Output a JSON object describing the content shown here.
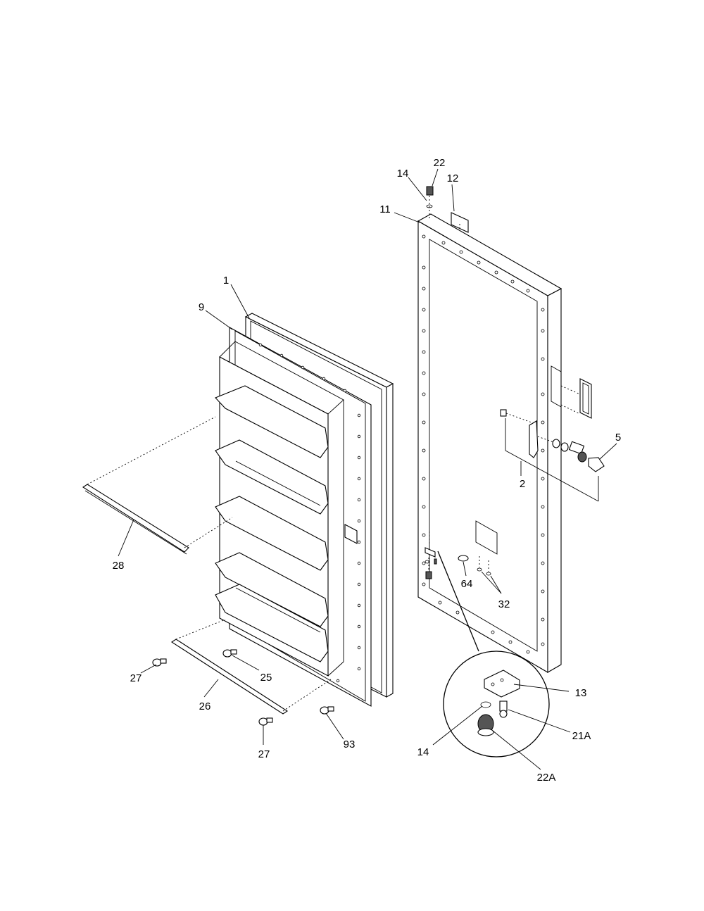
{
  "callouts": {
    "c1": "1",
    "c9": "9",
    "c28": "28",
    "c27a": "27",
    "c25": "25",
    "c26": "26",
    "c27b": "27",
    "c93": "93",
    "c14a": "14",
    "c22": "22",
    "c12": "12",
    "c11": "11",
    "c5": "5",
    "c2": "2",
    "c64": "64",
    "c32": "32",
    "c13": "13",
    "c21a": "21A",
    "c14b": "14",
    "c22a": "22A"
  }
}
